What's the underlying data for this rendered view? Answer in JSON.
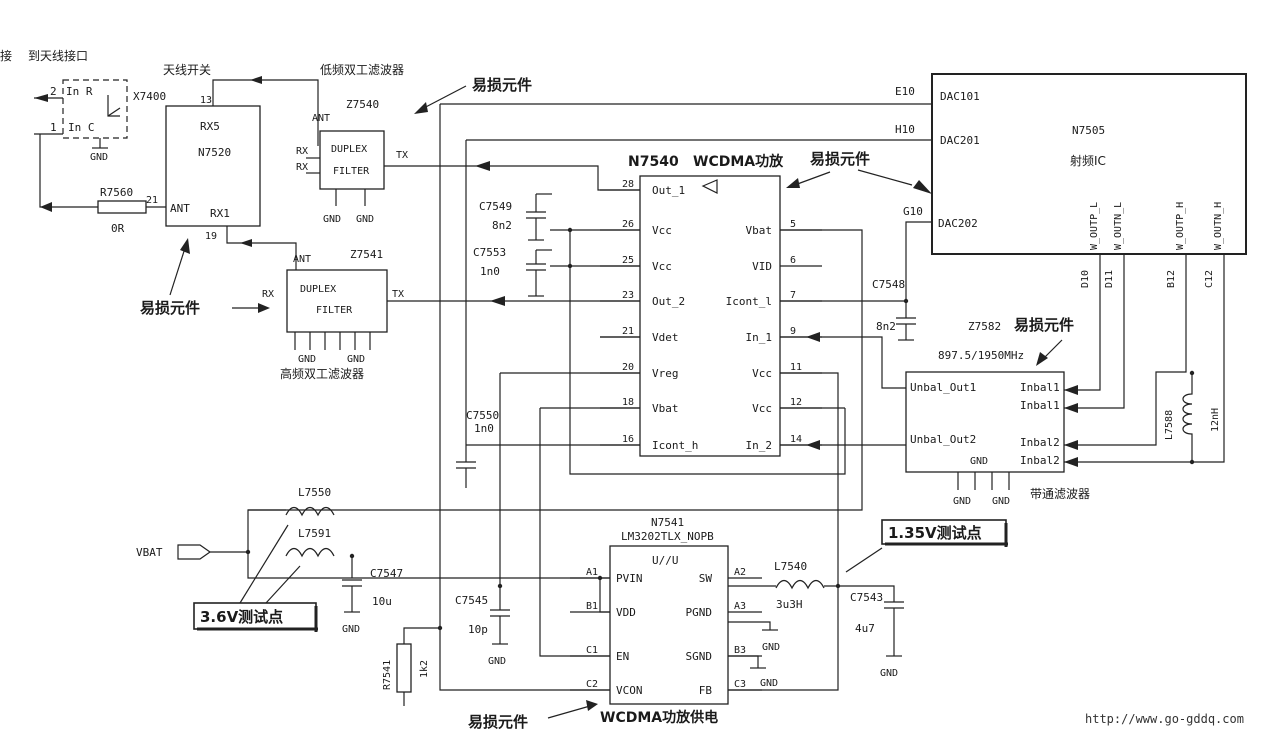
{
  "top_left": {
    "connector": "到天线接口",
    "switch_title": "天线开关",
    "edge_char": "接"
  },
  "x7400": {
    "ref": "X7400",
    "pin2": "2",
    "pin1": "1",
    "in_r": "In R",
    "in_c": "In C",
    "gnd": "GND"
  },
  "r7560": {
    "ref": "R7560",
    "value": "0R",
    "pin": "21"
  },
  "n7520": {
    "ref": "N7520",
    "rx5": "RX5",
    "rx1": "RX1",
    "ant": "ANT",
    "pin13": "13",
    "pin19": "19"
  },
  "z7540": {
    "ref": "Z7540",
    "title": "低频双工滤波器",
    "line1": "DUPLEX",
    "line2": "FILTER",
    "ant": "ANT",
    "rx": "RX",
    "tx": "TX",
    "gnd": "GND"
  },
  "z7541": {
    "ref": "Z7541",
    "title": "高频双工滤波器",
    "line1": "DUPLEX",
    "line2": "FILTER",
    "ant": "ANT",
    "rx": "RX",
    "tx": "TX",
    "gnd": "GND"
  },
  "n7540": {
    "ref": "N7540",
    "title": "WCDMA功放",
    "left_pins": [
      {
        "num": "28",
        "name": "Out_1"
      },
      {
        "num": "26",
        "name": "Vcc"
      },
      {
        "num": "25",
        "name": "Vcc"
      },
      {
        "num": "23",
        "name": "Out_2"
      },
      {
        "num": "21",
        "name": "Vdet"
      },
      {
        "num": "20",
        "name": "Vreg"
      },
      {
        "num": "18",
        "name": "Vbat"
      },
      {
        "num": "16",
        "name": "Icont_h"
      }
    ],
    "right_pins": [
      {
        "num": "5",
        "name": "Vbat"
      },
      {
        "num": "6",
        "name": "VID"
      },
      {
        "num": "7",
        "name": "Icont_l"
      },
      {
        "num": "9",
        "name": "In_1"
      },
      {
        "num": "11",
        "name": "Vcc"
      },
      {
        "num": "12",
        "name": "Vcc"
      },
      {
        "num": "14",
        "name": "In_2"
      }
    ]
  },
  "n7505": {
    "ref": "N7505",
    "title": "射频IC",
    "dac101": "DAC101",
    "dac201": "DAC201",
    "dac202": "DAC202",
    "e10": "E10",
    "h10": "H10",
    "g10": "G10",
    "outs": [
      {
        "name": "W_OUTP_L",
        "pin": "D10"
      },
      {
        "name": "W_OUTN_L",
        "pin": "D11"
      },
      {
        "name": "W_OUTP_H",
        "pin": "B12"
      },
      {
        "name": "W_OUTN_H",
        "pin": "C12"
      }
    ]
  },
  "z7582": {
    "ref": "Z7582",
    "freq": "897.5/1950MHz",
    "title": "带通滤波器",
    "unbal1": "Unbal_Out1",
    "unbal2": "Unbal_Out2",
    "inbal": [
      "Inbal1",
      "Inbal1",
      "Inbal2",
      "Inbal2"
    ],
    "gnd": "GND"
  },
  "caps": {
    "c7549": {
      "ref": "C7549",
      "val": "8n2"
    },
    "c7553": {
      "ref": "C7553",
      "val": "1n0"
    },
    "c7550": {
      "ref": "C7550",
      "val": "1n0"
    },
    "c7548": {
      "ref": "C7548",
      "val": "8n2"
    },
    "c7547": {
      "ref": "C7547",
      "val": "10u"
    },
    "c7545": {
      "ref": "C7545",
      "val": "10p"
    },
    "c7543": {
      "ref": "C7543",
      "val": "4u7"
    }
  },
  "inductors": {
    "l7550": {
      "ref": "L7550"
    },
    "l7591": {
      "ref": "L7591"
    },
    "l7540": {
      "ref": "L7540",
      "val": "3u3H"
    },
    "l7588": {
      "ref": "L7588",
      "val": "12nH"
    }
  },
  "r7541": {
    "ref": "R7541",
    "val": "1k2"
  },
  "vbat": "VBAT",
  "gnd": "GND",
  "n7541": {
    "ref": "N7541",
    "part": "LM3202TLX_NOPB",
    "sub": "U//U",
    "left_pins": [
      {
        "num": "A1",
        "name": "PVIN"
      },
      {
        "num": "B1",
        "name": "VDD"
      },
      {
        "num": "C1",
        "name": "EN"
      },
      {
        "num": "C2",
        "name": "VCON"
      }
    ],
    "right_pins": [
      {
        "num": "A2",
        "name": "SW"
      },
      {
        "num": "A3",
        "name": "PGND"
      },
      {
        "num": "B3",
        "name": "SGND"
      },
      {
        "num": "C3",
        "name": "FB"
      }
    ]
  },
  "annotations": {
    "fragile": "易损元件",
    "test_36": "3.6V测试点",
    "test_135": "1.35V测试点",
    "pa_supply": "WCDMA功放供电"
  },
  "watermark": "http://www.go-gddq.com"
}
